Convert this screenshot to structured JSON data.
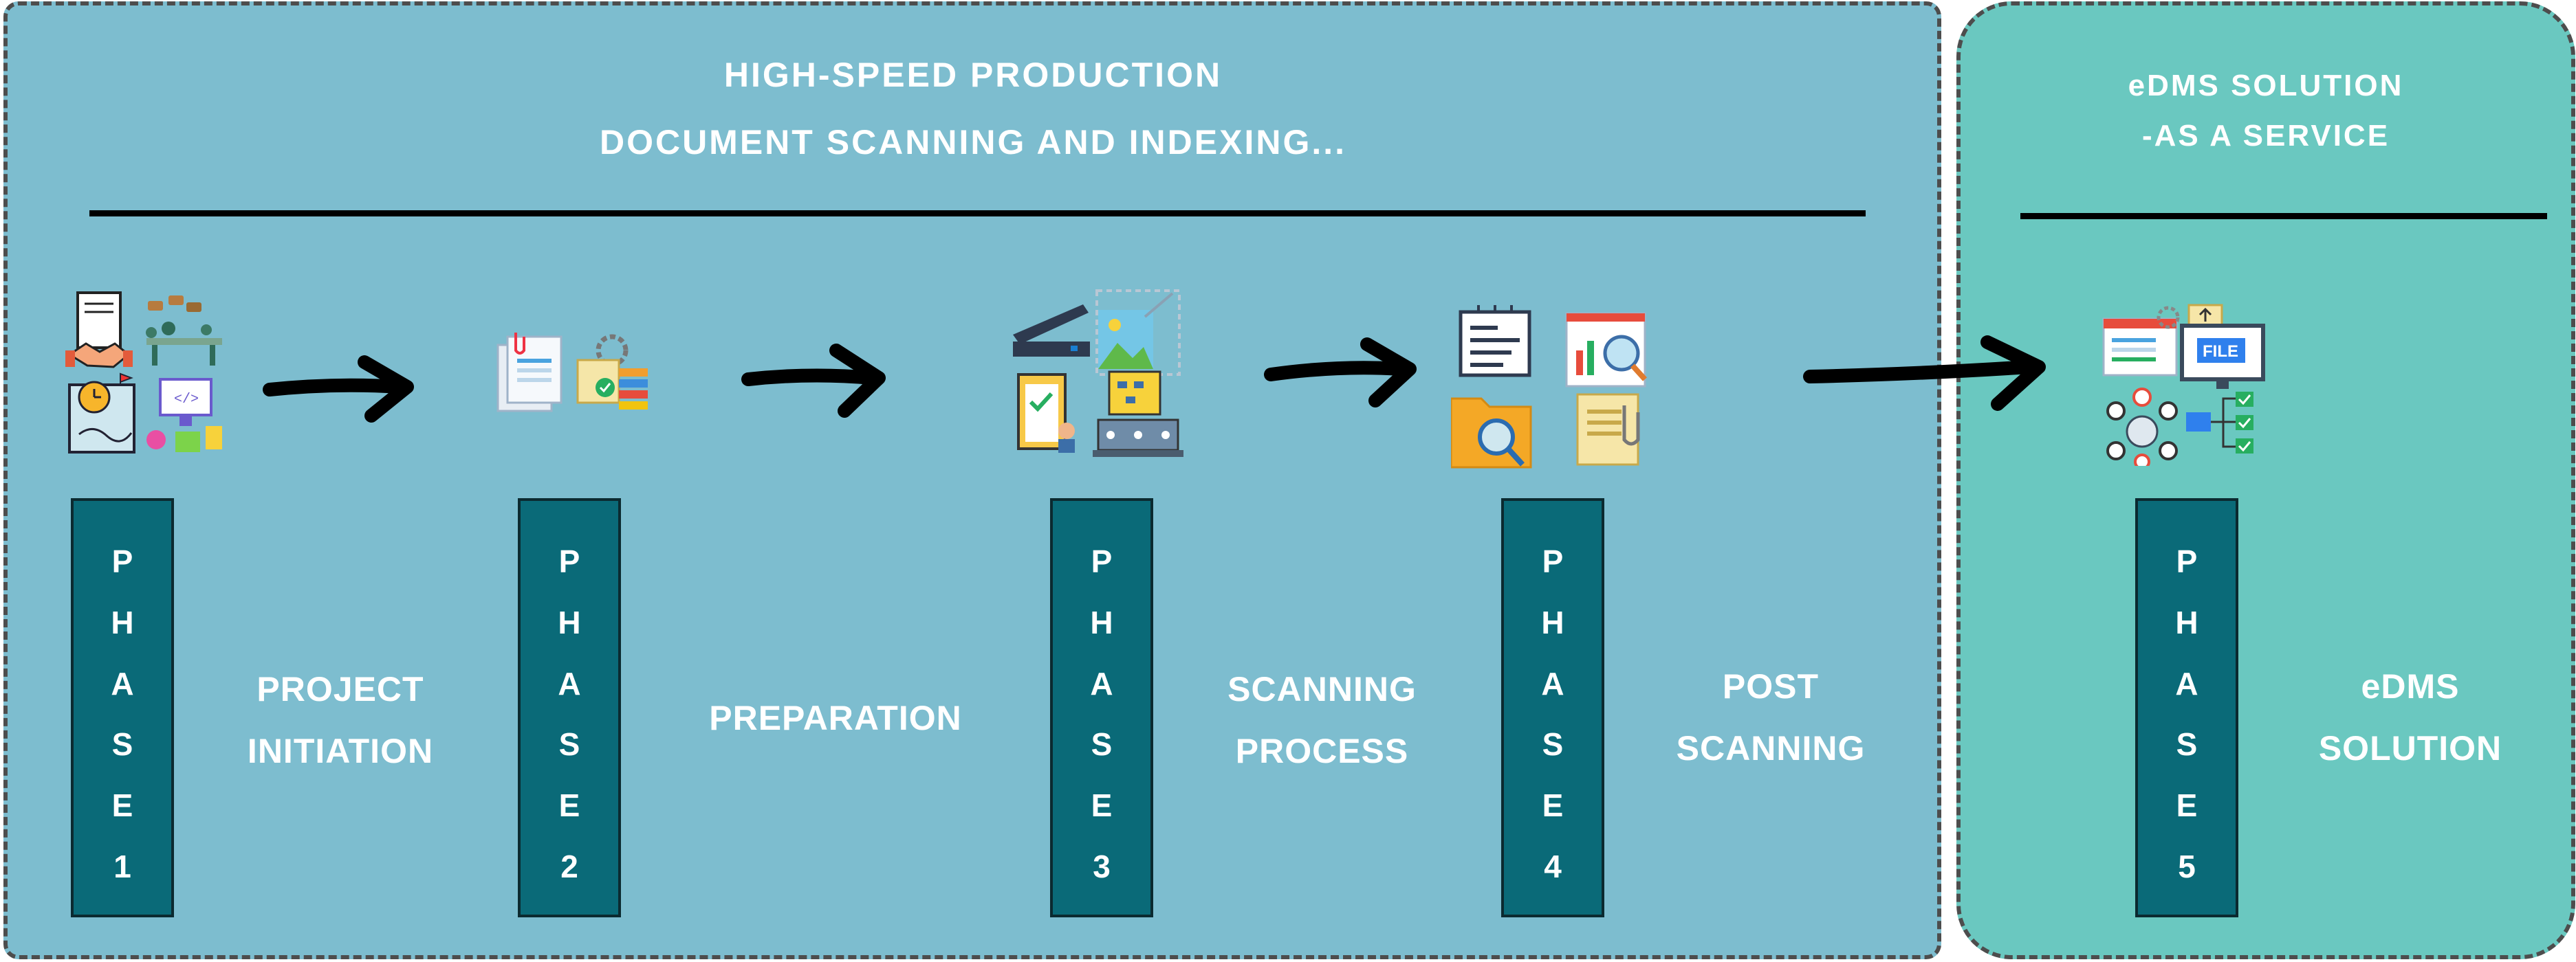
{
  "left_panel": {
    "title_line1": "HIGH-SPEED PRODUCTION",
    "title_line2": "DOCUMENT SCANNING AND INDEXING..."
  },
  "right_panel": {
    "title_line1": "eDMS SOLUTION",
    "title_line2": "-AS A SERVICE"
  },
  "phases": [
    {
      "letters": [
        "P",
        "H",
        "A",
        "S",
        "E",
        "1"
      ],
      "label_lines": [
        "PROJECT",
        "INITIATION"
      ]
    },
    {
      "letters": [
        "P",
        "H",
        "A",
        "S",
        "E",
        "2"
      ],
      "label_lines": [
        "PREPARATION"
      ]
    },
    {
      "letters": [
        "P",
        "H",
        "A",
        "S",
        "E",
        "3"
      ],
      "label_lines": [
        "SCANNING",
        "PROCESS"
      ]
    },
    {
      "letters": [
        "P",
        "H",
        "A",
        "S",
        "E",
        "4"
      ],
      "label_lines": [
        "POST",
        "SCANNING"
      ]
    },
    {
      "letters": [
        "P",
        "H",
        "A",
        "S",
        "E",
        "5"
      ],
      "label_lines": [
        "eDMS",
        "SOLUTION"
      ]
    }
  ],
  "icons": {
    "phase1": [
      "contract-handshake-icon",
      "team-meeting-icon",
      "planning-map-icon",
      "web-design-icon"
    ],
    "phase2": [
      "documents-icon",
      "document-settings-icon"
    ],
    "phase3": [
      "scanner-icon",
      "image-crop-icon",
      "checklist-icon",
      "network-monitor-icon"
    ],
    "phase4": [
      "ocr-document-icon",
      "report-search-icon",
      "folder-search-icon",
      "paper-scroll-icon"
    ],
    "phase5": [
      "settings-window-icon",
      "file-upload-monitor-icon",
      "network-users-icon",
      "workflow-checklist-icon"
    ]
  },
  "colors": {
    "left_panel_bg": "#7dbdcf",
    "right_panel_bg": "#6ac8c0",
    "phase_box_bg": "#0a6a78",
    "text": "#ffffff"
  }
}
